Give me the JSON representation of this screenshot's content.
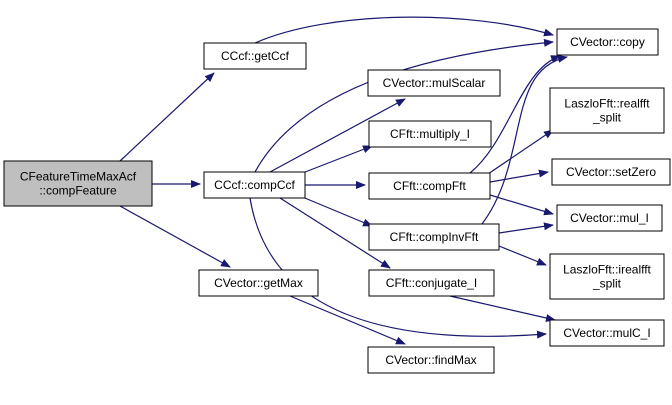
{
  "graph": {
    "nodes": [
      {
        "id": "root",
        "lines": [
          "CFeatureTimeMaxAcf",
          "::compFeature"
        ],
        "highlight": true
      },
      {
        "id": "getCcf",
        "lines": [
          "CCcf::getCcf"
        ]
      },
      {
        "id": "compCcf",
        "lines": [
          "CCcf::compCcf"
        ]
      },
      {
        "id": "getMax",
        "lines": [
          "CVector::getMax"
        ]
      },
      {
        "id": "mulScalar",
        "lines": [
          "CVector::mulScalar"
        ]
      },
      {
        "id": "multiply",
        "lines": [
          "CFft::multiply_I"
        ]
      },
      {
        "id": "compFft",
        "lines": [
          "CFft::compFft"
        ]
      },
      {
        "id": "compInvFft",
        "lines": [
          "CFft::compInvFft"
        ]
      },
      {
        "id": "conjugate",
        "lines": [
          "CFft::conjugate_I"
        ]
      },
      {
        "id": "findMax",
        "lines": [
          "CVector::findMax"
        ]
      },
      {
        "id": "copy",
        "lines": [
          "CVector::copy"
        ]
      },
      {
        "id": "realfft",
        "lines": [
          "LaszloFft::realfft",
          "_split"
        ]
      },
      {
        "id": "setZero",
        "lines": [
          "CVector::setZero"
        ]
      },
      {
        "id": "mul",
        "lines": [
          "CVector::mul_I"
        ]
      },
      {
        "id": "irealfft",
        "lines": [
          "LaszloFft::irealfft",
          "_split"
        ]
      },
      {
        "id": "mulC",
        "lines": [
          "CVector::mulC_I"
        ]
      }
    ],
    "edges": [
      {
        "from": "root",
        "to": "getCcf"
      },
      {
        "from": "root",
        "to": "compCcf"
      },
      {
        "from": "root",
        "to": "getMax"
      },
      {
        "from": "getCcf",
        "to": "copy"
      },
      {
        "from": "compCcf",
        "to": "copy"
      },
      {
        "from": "compCcf",
        "to": "mulScalar"
      },
      {
        "from": "compCcf",
        "to": "multiply"
      },
      {
        "from": "compCcf",
        "to": "compFft"
      },
      {
        "from": "compCcf",
        "to": "compInvFft"
      },
      {
        "from": "compCcf",
        "to": "conjugate"
      },
      {
        "from": "compCcf",
        "to": "mulC"
      },
      {
        "from": "getMax",
        "to": "findMax"
      },
      {
        "from": "compFft",
        "to": "copy"
      },
      {
        "from": "compFft",
        "to": "realfft"
      },
      {
        "from": "compFft",
        "to": "setZero"
      },
      {
        "from": "compFft",
        "to": "mul"
      },
      {
        "from": "compInvFft",
        "to": "copy"
      },
      {
        "from": "compInvFft",
        "to": "mul"
      },
      {
        "from": "compInvFft",
        "to": "irealfft"
      },
      {
        "from": "conjugate",
        "to": "mulC"
      }
    ]
  },
  "colors": {
    "edge": "#191970",
    "root_fill": "#bfbfbf",
    "node_fill": "#ffffff",
    "node_stroke": "#000000"
  }
}
